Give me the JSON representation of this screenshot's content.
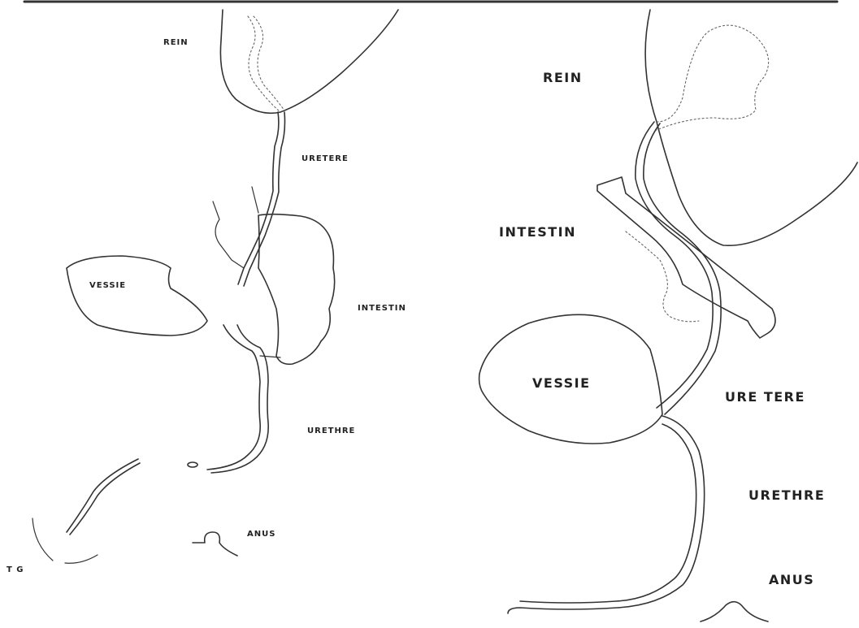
{
  "left_figure": {
    "rein": "REIN",
    "uretere": "URETERE",
    "vessie": "VESSIE",
    "intestin": "INTESTIN",
    "urethre": "URETHRE",
    "anus": "ANUS",
    "tg": "T G"
  },
  "right_figure": {
    "rein": "REIN",
    "intestin": "INTESTIN",
    "vessie": "VESSIE",
    "uretere": "URE TERE",
    "urethre": "URETHRE",
    "anus": "ANUS"
  }
}
